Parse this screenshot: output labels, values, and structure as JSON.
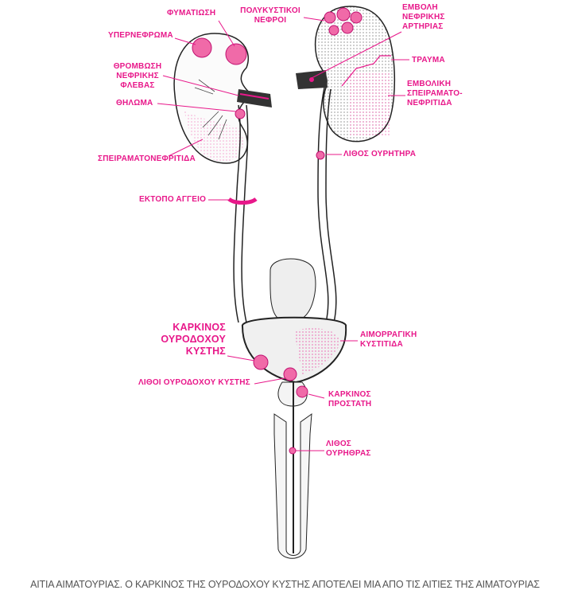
{
  "labels": {
    "tuberculosis": "ΦΥΜΑΤΙΩΣΗ",
    "hypernephroma": "ΥΠΕΡΝΕΦΡΩΜΑ",
    "renal_vein_thrombosis": [
      "ΘΡΟΜΒΩΣΗ",
      "ΝΕΦΡΙΚΗΣ",
      "ΦΛΕΒΑΣ"
    ],
    "papilloma": "ΘΗΛΩΜΑ",
    "glomerulonephritis": "ΣΠΕΙΡΑΜΑΤΟΝΕΦΡΙΤΙΔΑ",
    "ectopic_vessel": "ΕΚΤΟΠΟ ΑΓΓΕΙΟ",
    "polycystic_kidneys": [
      "ΠΟΛΥΚΥΣΤΙΚΟΙ",
      "ΝΕΦΡΟΙ"
    ],
    "renal_artery_embolism": [
      "ΕΜΒΟΛΗ",
      "ΝΕΦΡΙΚΗΣ",
      "ΑΡΤΗΡΙΑΣ"
    ],
    "trauma": "ΤΡΑΥΜΑ",
    "embolic_glomerulonephritis": [
      "ΕΜΒΟΛΙΚΗ",
      "ΣΠΕΙΡΑΜΑΤΟ-",
      "ΝΕΦΡΙΤΙΔΑ"
    ],
    "ureter_stone": "ΛΙΘΟΣ ΟΥΡΗΤΗΡΑ",
    "bladder_cancer": [
      "ΚΑΡΚΙΝΟΣ",
      "ΟΥΡΟΔΟΧΟΥ",
      "ΚΥΣΤΗΣ"
    ],
    "hemorrhagic_cystitis": [
      "ΑΙΜΟΡΡΑΓΙΚΗ",
      "ΚΥΣΤΙΤΙΔΑ"
    ],
    "bladder_stones": "ΛΙΘΟΙ ΟΥΡΟΔΟΧΟΥ ΚΥΣΤΗΣ",
    "prostate_cancer": [
      "ΚΑΡΚΙΝΟΣ",
      "ΠΡΟΣΤΑΤΗ"
    ],
    "urethra_stone": [
      "ΛΙΘΟΣ",
      "ΟΥΡΗΘΡΑΣ"
    ]
  },
  "caption": "ΑΙΤΙΑ ΑΙΜΑΤΟΥΡΙΑΣ. Ο ΚΑΡΚΙΝΟΣ ΤΗΣ ΟΥΡΟΔΟΧΟΥ ΚΥΣΤΗΣ ΑΠΟΤΕΛΕΙ ΜΙΑ ΑΠΟ ΤΙΣ ΑΙΤΙΕΣ ΤΗΣ ΑΙΜΑΤΟΥΡΙΑΣ",
  "colors": {
    "label": "#e8188a",
    "ink": "#222222",
    "lesion": "#f06aa8"
  }
}
